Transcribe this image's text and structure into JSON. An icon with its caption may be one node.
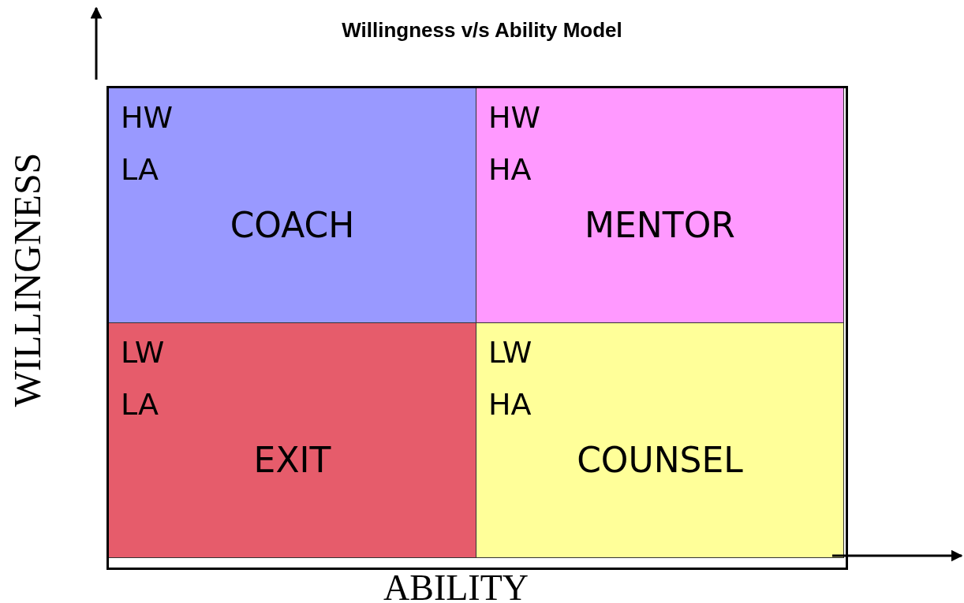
{
  "diagram": {
    "title": "Willingness v/s Ability Model",
    "nodes": [
      {
        "text": [
          "HW",
          "LA",
          "COACH"
        ]
      },
      {
        "text": [
          "HW",
          "HA",
          "MENTOR"
        ]
      },
      {
        "text": [
          "LW",
          "LA",
          "EXIT"
        ]
      },
      {
        "text": [
          "LW",
          "HA",
          "COUNSEL"
        ]
      }
    ],
    "labels": [
      "WILLINGNESS",
      "ABILITY"
    ]
  }
}
